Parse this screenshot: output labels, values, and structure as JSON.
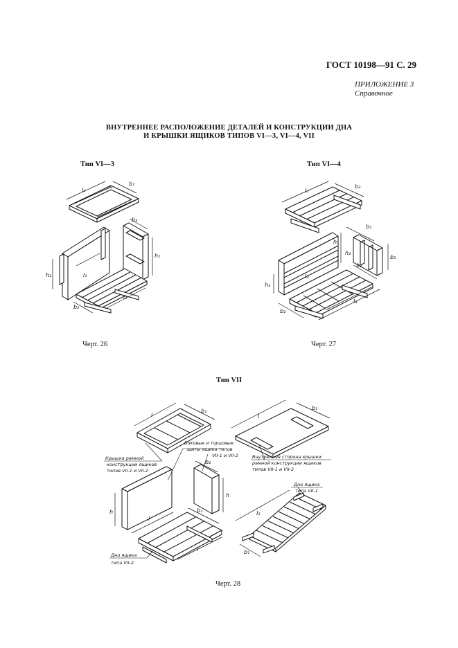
{
  "header": {
    "doc": "ГОСТ 10198—91 С. 29"
  },
  "appendix": {
    "title": "ПРИЛОЖЕНИЕ 3",
    "note": "Справочное"
  },
  "title": {
    "line1": "ВНУТРЕННЕЕ РАСПОЛОЖЕНИЕ ДЕТАЛЕЙ И КОНСТРУКЦИИ ДНА",
    "line2": "И КРЫШКИ ЯЩИКОВ ТИПОВ VI—3, VI—4, VII"
  },
  "figures": {
    "fig26": {
      "label": "Тип VI—3",
      "caption": "Черт. 26",
      "dims": {
        "l2": "l₂",
        "b1": "b₁",
        "b3": "b₃",
        "h1": "h₁",
        "h2": "h₂",
        "l1": "l₁",
        "b2": "b₂"
      }
    },
    "fig27": {
      "label": "Тип VI—4",
      "caption": "Черт. 27",
      "dims": {
        "l1": "l₁",
        "b2": "b₂",
        "b1": "b₁",
        "h1": "h₁",
        "h2": "h₂",
        "h3": "h₃",
        "b3": "b₃",
        "l2": "l₂",
        "b3b": "b₃",
        "l3": "l₃",
        "b2b": "b₂"
      }
    },
    "fig28": {
      "label": "Тип VII",
      "caption": "Черт. 28",
      "dims": {
        "l": "l",
        "b1": "b₁",
        "b2": "b₂",
        "h": "h",
        "l_r": "l",
        "b1_r": "b₁",
        "l2": "l₂",
        "b1_r2": "b₁",
        "l_p": "l",
        "b1_p": "b₁",
        "h_p": "h",
        "l_bot": "l",
        "b1_bot": "b₁"
      },
      "notes": {
        "lid_frame": [
          "Крышка рамной",
          "конструкции ящиков",
          "типов VII-1 и VII-2"
        ],
        "side_panels": [
          "Боковые и торцовые",
          "щиты ящика типов",
          "VII-1 и VII-2"
        ],
        "inner_lid": [
          "Внутренняя сторона крышки",
          "рамной конструкции ящиков",
          "типов VII-1 и VII-2"
        ],
        "bottom_vii1": [
          "Дно ящика",
          "типа VII-1"
        ],
        "bottom_vii2": [
          "Дно ящика",
          "типа VII-2"
        ]
      }
    }
  }
}
